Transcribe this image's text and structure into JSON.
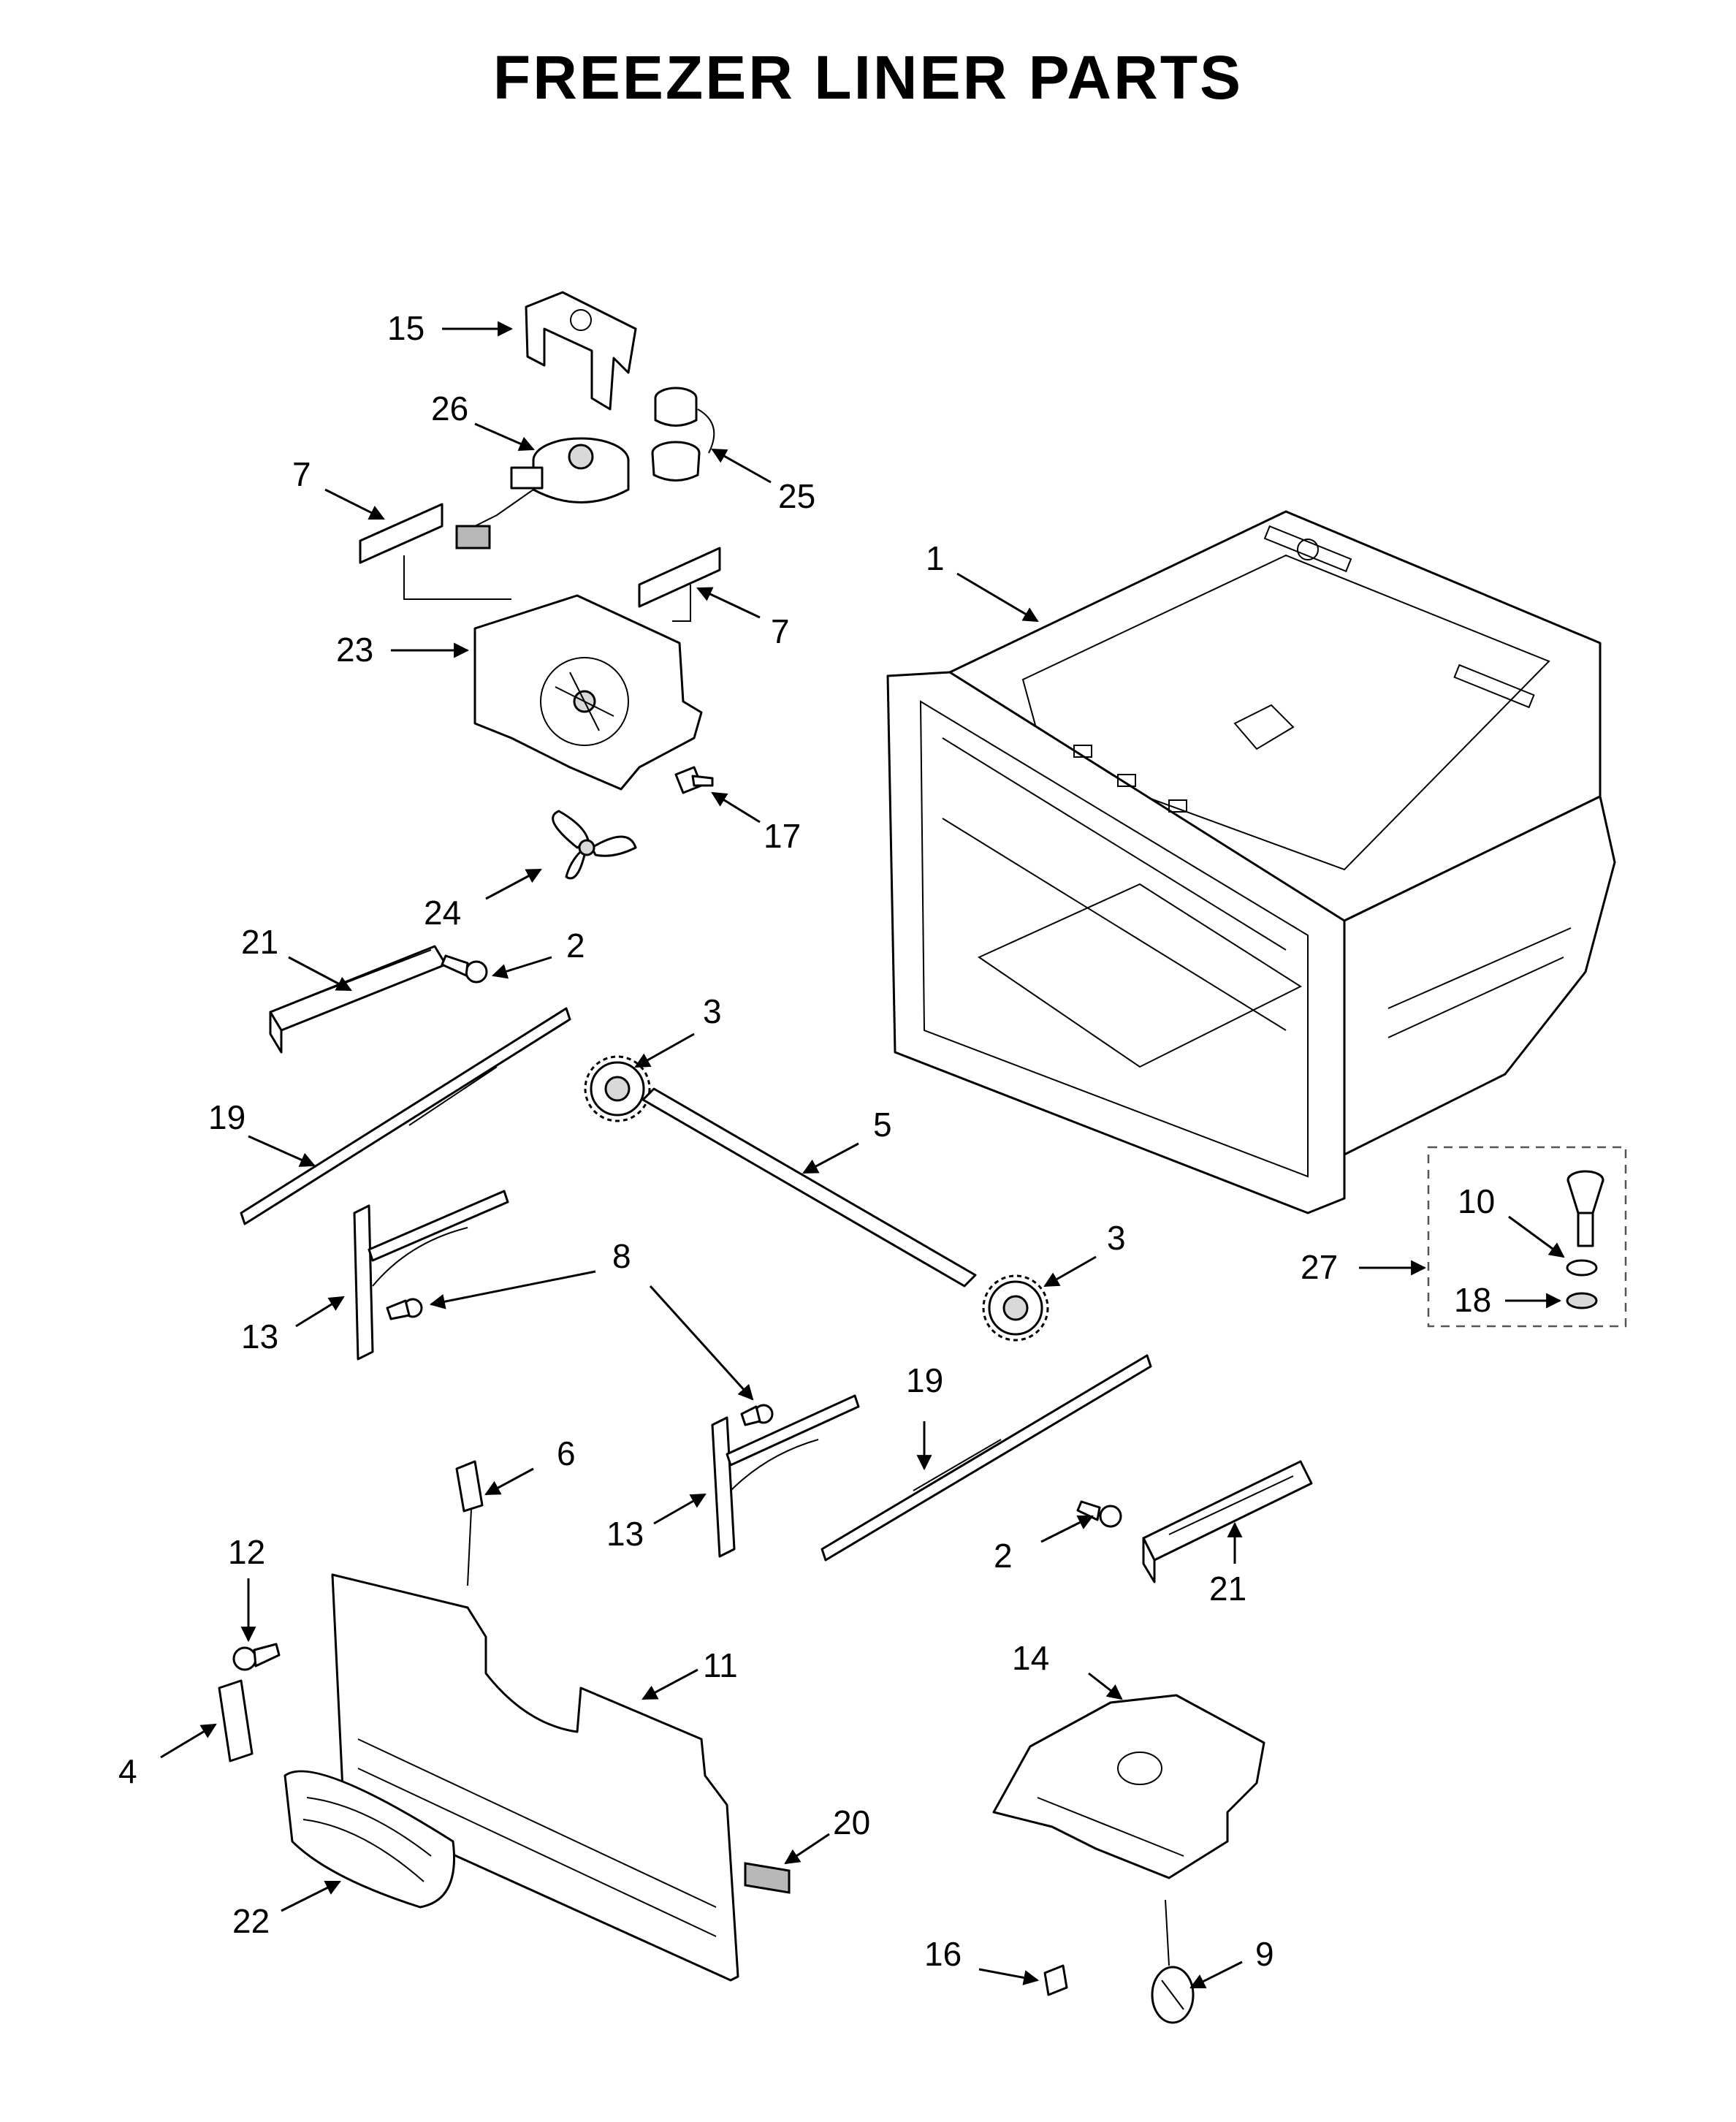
{
  "title": "FREEZER LINER PARTS",
  "callouts": {
    "c1": "1",
    "c2a": "2",
    "c2b": "2",
    "c3a": "3",
    "c3b": "3",
    "c4": "4",
    "c5": "5",
    "c6": "6",
    "c7a": "7",
    "c7b": "7",
    "c8": "8",
    "c9": "9",
    "c10": "10",
    "c11": "11",
    "c12": "12",
    "c13a": "13",
    "c13b": "13",
    "c14": "14",
    "c15": "15",
    "c16": "16",
    "c17": "17",
    "c18": "18",
    "c19a": "19",
    "c19b": "19",
    "c20": "20",
    "c21a": "21",
    "c21b": "21",
    "c22": "22",
    "c23": "23",
    "c24": "24",
    "c25": "25",
    "c26": "26",
    "c27": "27"
  }
}
